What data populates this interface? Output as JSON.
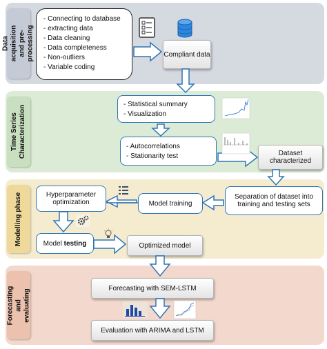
{
  "phases": {
    "acquisition": "Data acquisition and pre-processing",
    "characterization": "Time Series Characterization",
    "modelling": "Modelling phase",
    "forecasting": "Forecasting and evaluating"
  },
  "acquisition": {
    "steps": [
      "Connecting to database",
      "extracting data",
      "Data cleaning",
      "Data completeness",
      "Non-outliers",
      "Variable coding"
    ],
    "compliant_data": "Compliant data"
  },
  "characterization": {
    "summary_items": [
      "Statistical summary",
      "Visualization"
    ],
    "analysis_items": [
      "Autocorrelations",
      "Stationarity test"
    ],
    "dataset_characterized": "Dataset characterized"
  },
  "modelling": {
    "separation": "Separation of dataset into training and testing sets",
    "model_training": "Model training",
    "hyperparameter": "Hyperparameter optimization",
    "model_testing_prefix": "Model ",
    "model_testing_emph": "testing",
    "optimized_model": "Optimized model"
  },
  "forecasting": {
    "forecast": "Forecasting with SEM-LSTM",
    "evaluation": "Evaluation with ARIMA and LSTM"
  },
  "colors": {
    "box_border": "#2e75b6",
    "arrow": "#2e75b6",
    "acq_band": "#d5d9e0",
    "ts_band": "#dcebd6",
    "mod_band": "#f5ecd0",
    "fore_band": "#f3d8cd"
  },
  "icons": [
    "checklist-icon",
    "database-icon",
    "line-plot-thumbnail",
    "acf-plot-thumbnail",
    "list-icon",
    "gears-icon",
    "lightbulb-icon",
    "bar-chart-icon",
    "line-chart-thumbnail"
  ]
}
